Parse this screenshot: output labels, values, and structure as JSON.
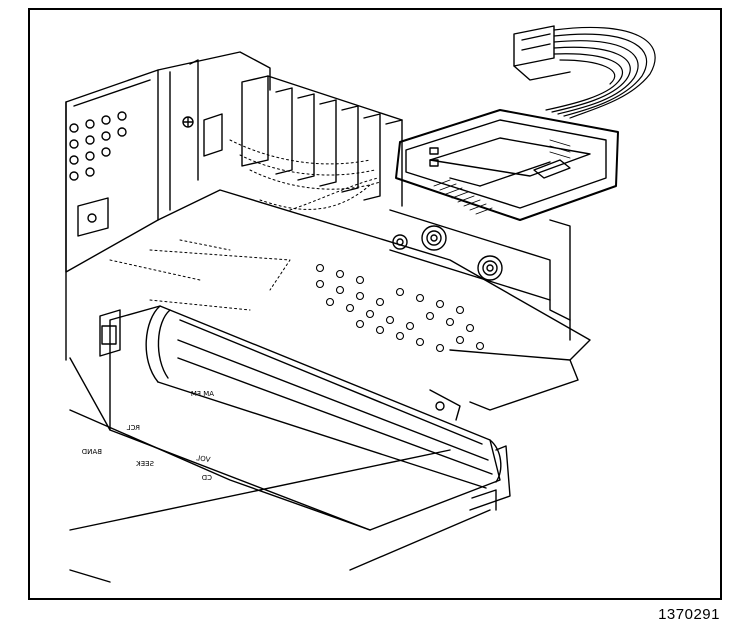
{
  "figure": {
    "number": "1370291"
  },
  "panel_labels": {
    "vol": "VOL",
    "cd": "CD",
    "rcl": "RCL",
    "seek": "SEEK",
    "band": "BAND",
    "fm": "AM FM"
  },
  "colors": {
    "ink": "#000000",
    "paper": "#ffffff"
  }
}
